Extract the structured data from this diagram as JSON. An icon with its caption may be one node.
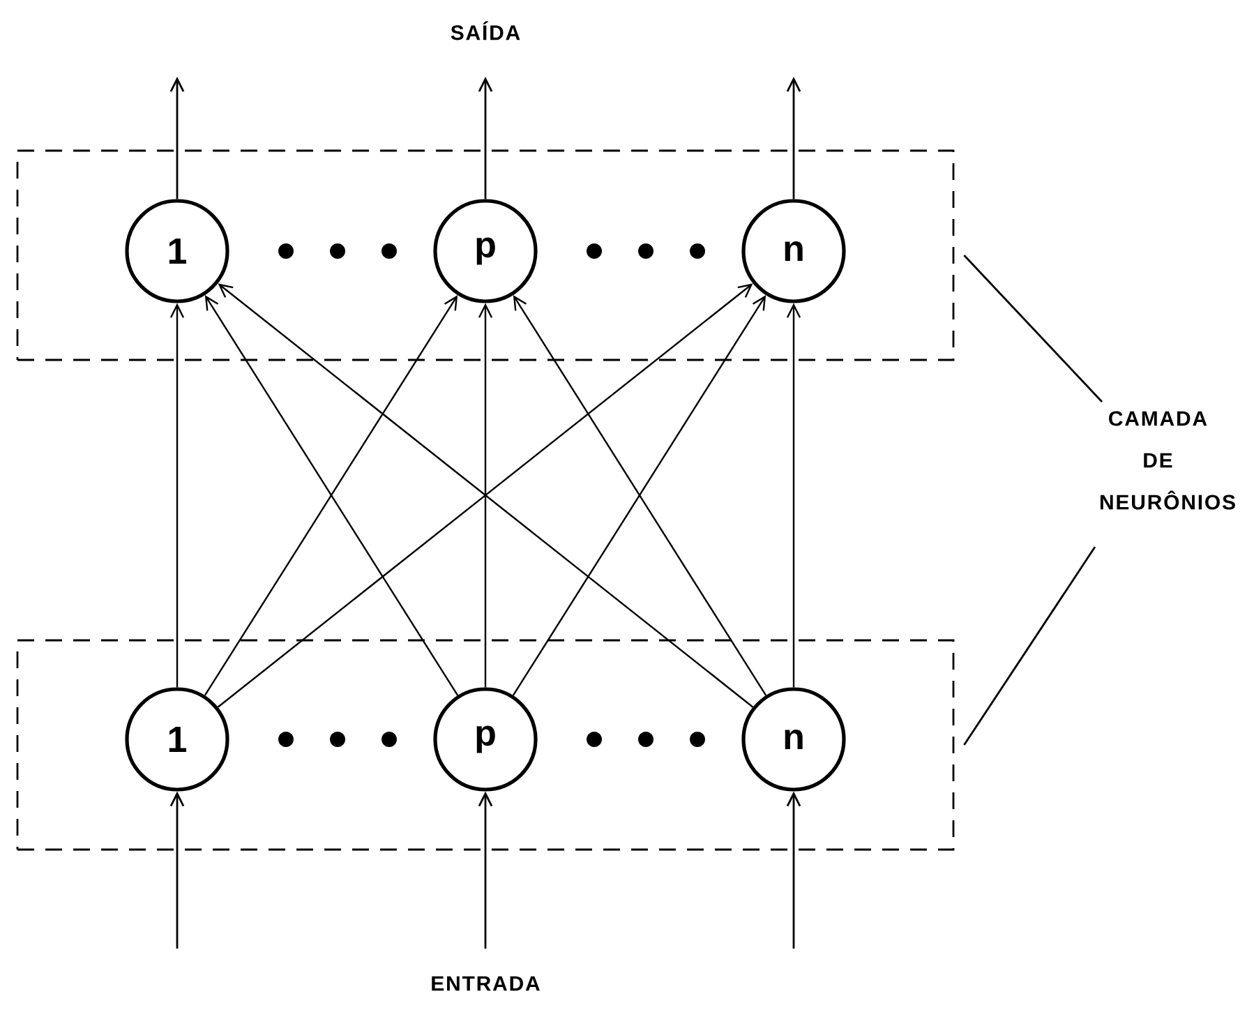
{
  "diagram": {
    "nodes": [
      {
        "text": [],
        "shape": "box"
      },
      {
        "text": [
          "1"
        ],
        "in": 0
      },
      {
        "text": [
          "p"
        ],
        "in": 0
      },
      {
        "text": [
          "n"
        ],
        "in": 0
      },
      {
        "text": [],
        "shape": "box"
      },
      {
        "text": [
          "1"
        ],
        "in": 4
      },
      {
        "text": [
          "p"
        ],
        "in": 4
      },
      {
        "text": [
          "n"
        ],
        "in": 4
      },
      {
        "text": [
          "CAMADA DE NEURÔNIOS"
        ]
      }
    ],
    "edges": [
      {
        "from": 1,
        "to": null,
        "arrow": "to"
      },
      {
        "from": 2,
        "to": null,
        "arrow": "to"
      },
      {
        "from": 3,
        "to": null,
        "arrow": "to"
      },
      {
        "from": 5,
        "to": 1,
        "arrow": "to"
      },
      {
        "from": 5,
        "to": 2,
        "arrow": "to"
      },
      {
        "from": 5,
        "to": 3,
        "arrow": "to"
      },
      {
        "from": 6,
        "to": 1,
        "arrow": "to"
      },
      {
        "from": 6,
        "to": 2,
        "arrow": "to"
      },
      {
        "from": 6,
        "to": 3,
        "arrow": "to"
      },
      {
        "from": 7,
        "to": 1,
        "arrow": "to"
      },
      {
        "from": 7,
        "to": 2,
        "arrow": "to"
      },
      {
        "from": 7,
        "to": 3,
        "arrow": "to"
      },
      {
        "from": null,
        "to": 5,
        "arrow": "to"
      },
      {
        "from": null,
        "to": 6,
        "arrow": "to"
      },
      {
        "from": null,
        "to": 7,
        "arrow": "to"
      },
      {
        "from": 8,
        "to": 0,
        "arrow": "none"
      },
      {
        "from": 8,
        "to": 4,
        "arrow": "none"
      }
    ],
    "labels": [
      "SAÍDA",
      "ENTRADA"
    ]
  }
}
